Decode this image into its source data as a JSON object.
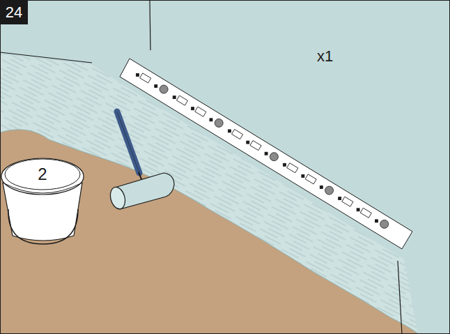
{
  "diagram": {
    "nodes": [
      {
        "text": [
          "24"
        ]
      }
    ],
    "labels": [
      "x1",
      "2"
    ]
  }
}
